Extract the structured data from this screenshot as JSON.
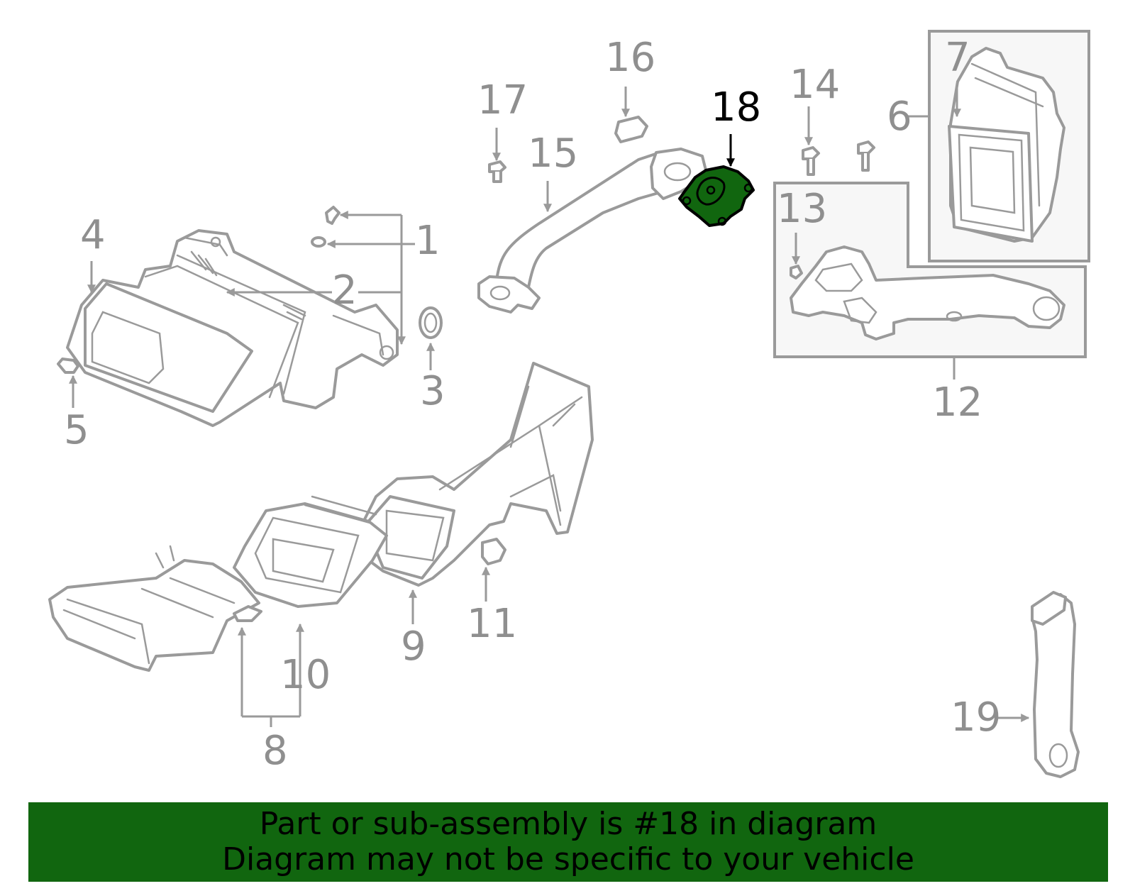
{
  "diagram": {
    "highlighted_part": "18",
    "highlight_color": "#11660f",
    "line_color": "#9a9a9a",
    "callouts": [
      "1",
      "2",
      "3",
      "4",
      "5",
      "6",
      "7",
      "8",
      "9",
      "10",
      "11",
      "12",
      "13",
      "14",
      "15",
      "16",
      "17",
      "18",
      "19"
    ]
  },
  "banner": {
    "background": "#11660f",
    "line1": "Part or sub-assembly is #18 in diagram",
    "line2": "Diagram may not be specific to your vehicle"
  }
}
